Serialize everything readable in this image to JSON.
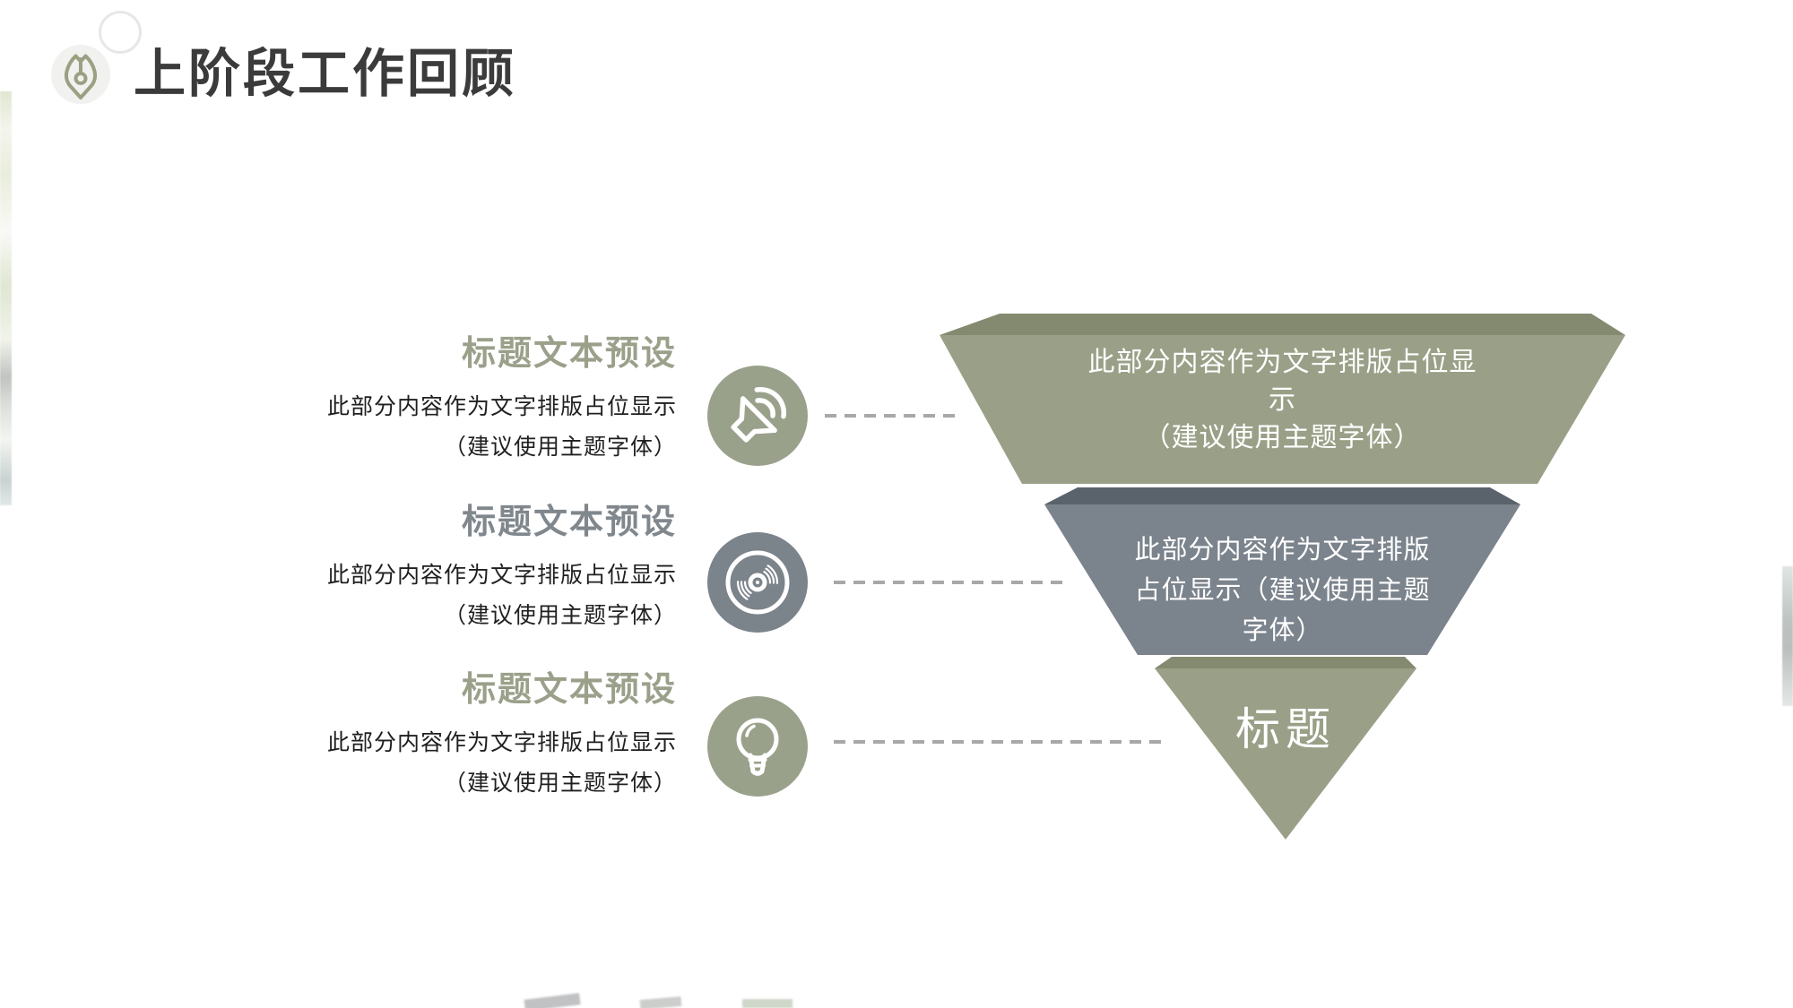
{
  "slide": {
    "title": "上阶段工作回顾",
    "background": "#ffffff"
  },
  "header": {
    "icon": "pen-nib-icon"
  },
  "sections": [
    {
      "title": "标题文本预设",
      "body_line1": "此部分内容作为文字排版占位显示",
      "body_line2": "（建议使用主题字体）",
      "icon": "speaker-icon",
      "accent": "#9AA08A",
      "circle_color": "#9AA18B"
    },
    {
      "title": "标题文本预设",
      "body_line1": "此部分内容作为文字排版占位显示",
      "body_line2": "（建议使用主题字体）",
      "icon": "cd-icon",
      "accent": "#80878D",
      "circle_color": "#7B838B"
    },
    {
      "title": "标题文本预设",
      "body_line1": "此部分内容作为文字排版占位显示",
      "body_line2": "（建议使用主题字体）",
      "icon": "bulb-icon",
      "accent": "#9AA08A",
      "circle_color": "#9AA18B"
    }
  ],
  "funnel": {
    "type": "inverted-pyramid",
    "layers": [
      {
        "lines": [
          "此部分内容作为文字排版占位显",
          "示",
          "（建议使用主题字体）"
        ],
        "face_color": "#9AA087",
        "bevel_color": "#848A70"
      },
      {
        "lines": [
          "此部分内容作为文字排版",
          "占位显示（建议使用主题",
          "字体）"
        ],
        "face_color": "#7B838C",
        "bevel_color": "#5A626B"
      },
      {
        "lines": [
          "标题"
        ],
        "face_color": "#9AA087",
        "bevel_color": "#848A70"
      }
    ]
  },
  "colors": {
    "title_text": "#3B3B3B",
    "body_text": "#1F1F1F",
    "dashed_line": "#A6A8AA",
    "funnel_text": "#FFFFFF",
    "pen_icon": "#9AA082",
    "pen_icon_bg": "#F1F1EF"
  }
}
